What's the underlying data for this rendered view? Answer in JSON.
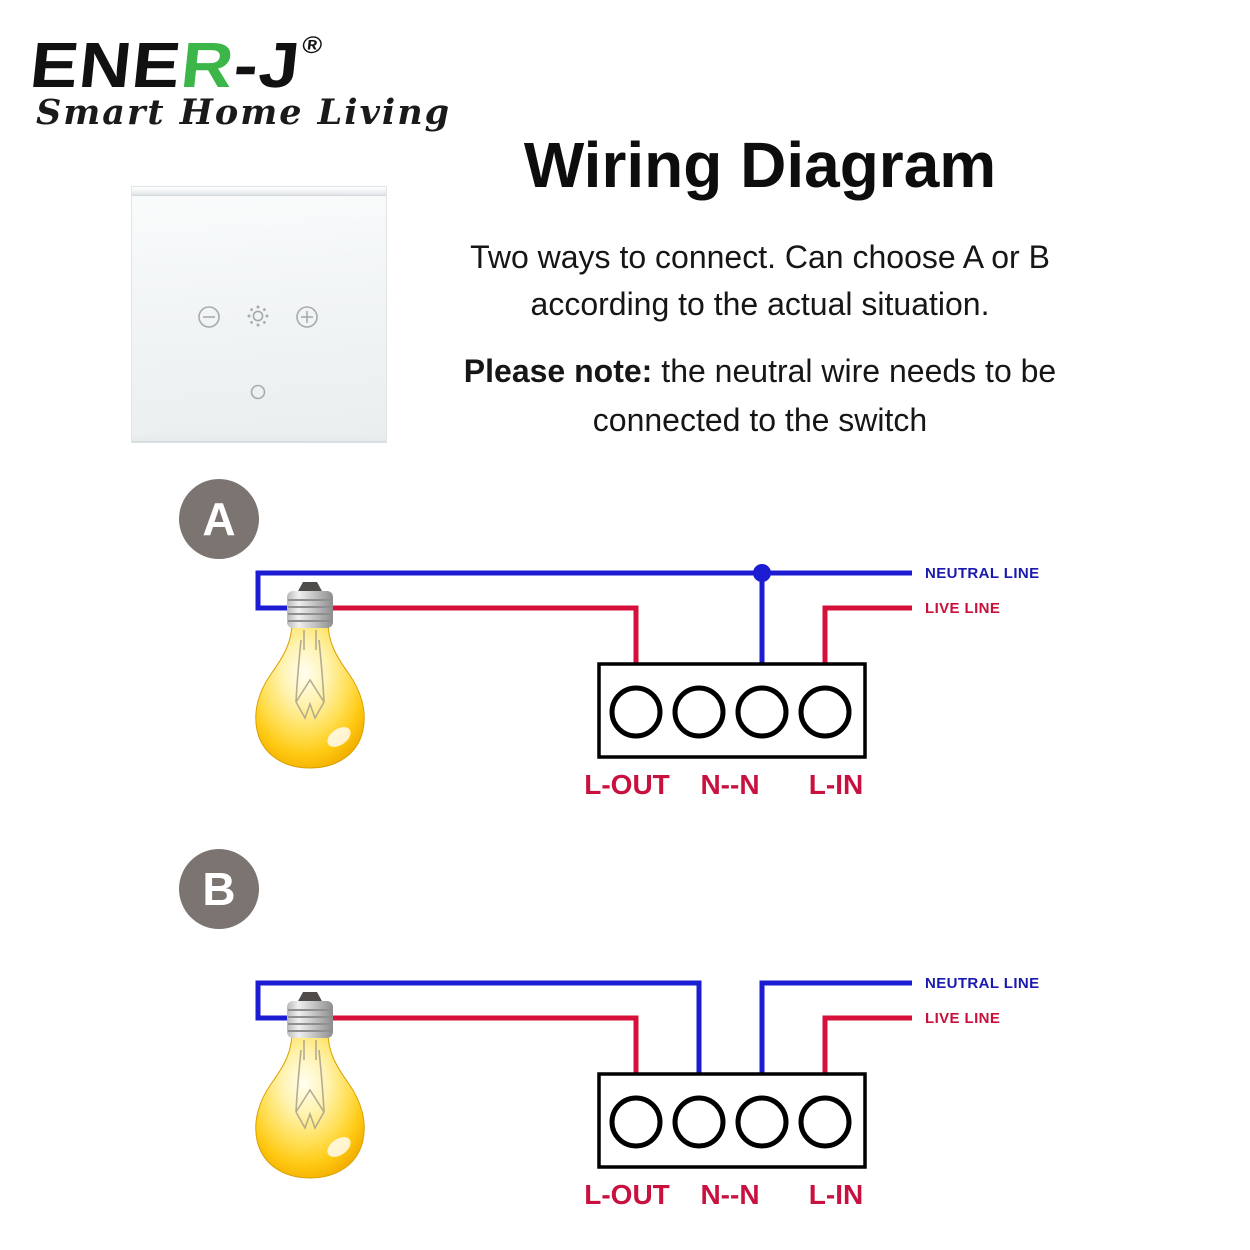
{
  "brand": {
    "wordmark_pre": "ENE",
    "wordmark_green": "R",
    "wordmark_post": "-J",
    "registered_mark": "®",
    "tagline": "Smart Home Living"
  },
  "header": {
    "title": "Wiring Diagram",
    "intro_line1": "Two ways to connect. Can choose A or B",
    "intro_line2": "according to the actual situation.",
    "note_label": "Please note:",
    "note_line1": "the neutral wire needs to be",
    "note_line2": "connected to the switch"
  },
  "switch_panel": {
    "icons": [
      "dim-minus",
      "brightness",
      "dim-plus"
    ],
    "indicator": "touch-dot"
  },
  "diagram_a": {
    "badge": "A",
    "neutral_line_label": "NEUTRAL LINE",
    "live_line_label": "LIVE LINE",
    "terminal_labels": [
      "L-OUT",
      "N--N",
      "L-IN"
    ]
  },
  "diagram_b": {
    "badge": "B",
    "neutral_line_label": "NEUTRAL LINE",
    "live_line_label": "LIVE LINE",
    "terminal_labels": [
      "L-OUT",
      "N--N",
      "L-IN"
    ]
  },
  "colors": {
    "neutral_wire_blue": "#1c1cd2",
    "live_wire_red": "#d6103a",
    "neutral_label_blue": "#1a1aae",
    "live_label_red": "#c8103a",
    "terminal_label_red": "#c9113f",
    "badge_gray": "#7b7471",
    "brand_green": "#3cb649",
    "bulb_yellow": "#ffd42e"
  }
}
